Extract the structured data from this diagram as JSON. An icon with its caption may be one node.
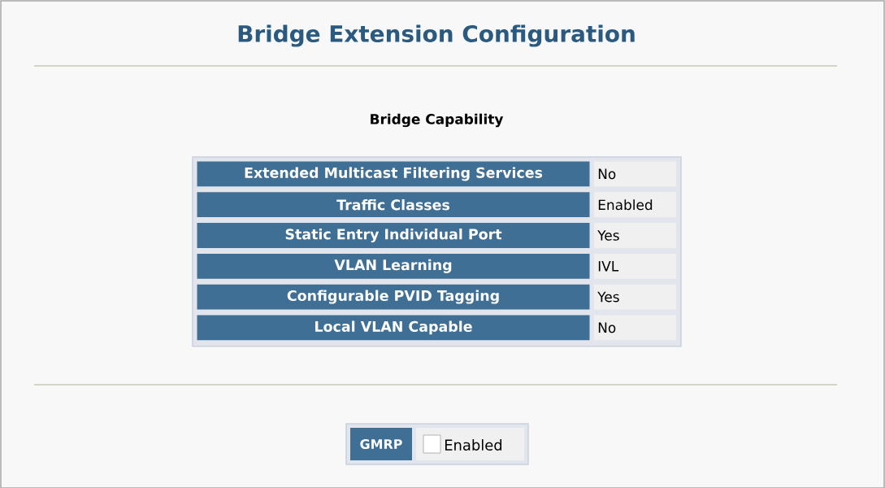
{
  "diagram": {
    "title": "Bridge Extension Configuration",
    "labels": [
      "Bridge Capability",
      "Extended Multicast Filtering Services",
      "No",
      "Traffic Classes",
      "Enabled",
      "Static Entry Individual Port",
      "Yes",
      "VLAN Learning",
      "IVL",
      "Configurable PVID Tagging",
      "Yes",
      "Local VLAN Capable",
      "No",
      "GMRP",
      "Enabled"
    ]
  }
}
